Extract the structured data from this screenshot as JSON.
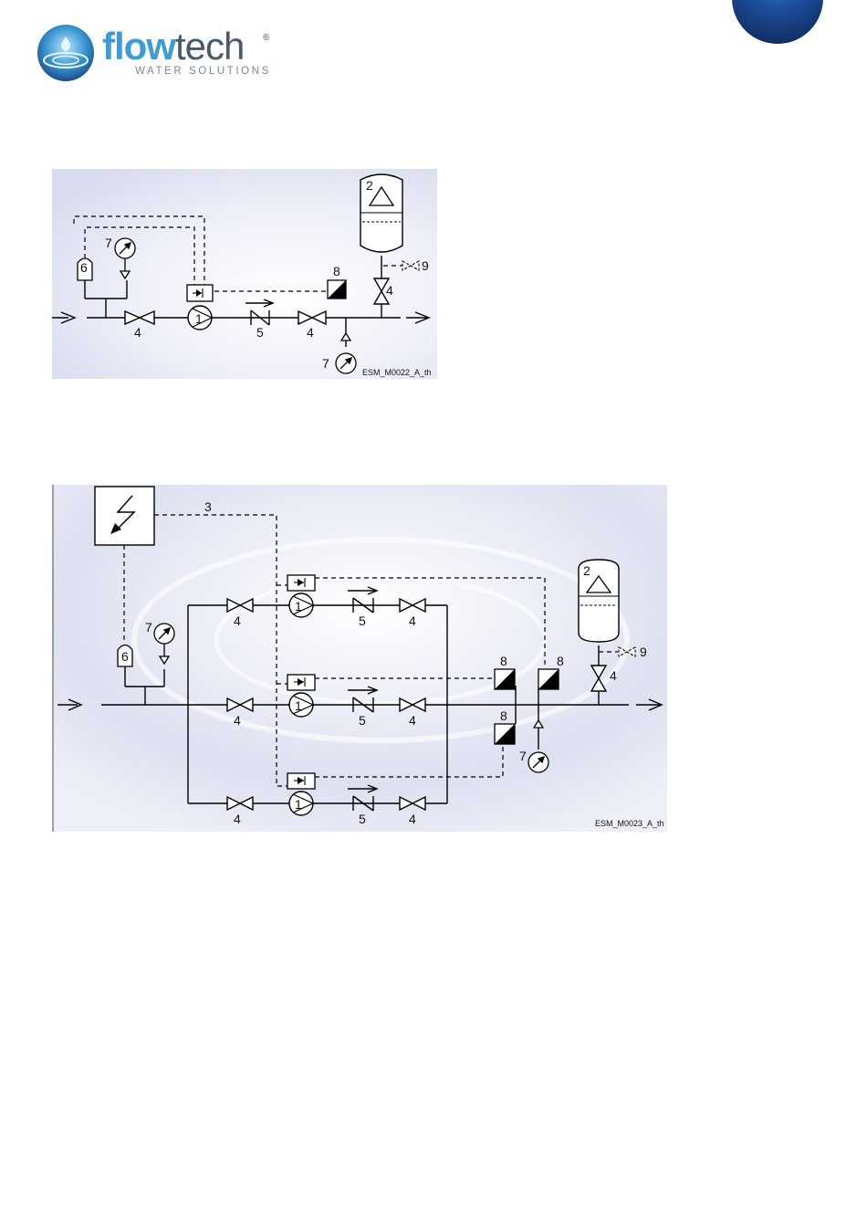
{
  "header": {
    "brand_part1": "flow",
    "brand_part2": "tech",
    "registered": "®",
    "tagline": "WATER SOLUTIONS",
    "accent_color": "#3d9bd6",
    "corner_color": "#1c4d9a"
  },
  "diagram1": {
    "labels": {
      "pump": "1",
      "tank": "2",
      "valve_left": "4",
      "valve_mid": "4",
      "valve_tank": "4",
      "check_valve": "5",
      "pressure_switch": "6",
      "gauge_top": "7",
      "gauge_bottom": "7",
      "sensor": "8",
      "drain": "9"
    },
    "code": "ESM_M0022_A_th"
  },
  "diagram2": {
    "labels": {
      "pump_1": "1",
      "pump_2": "1",
      "pump_3": "1",
      "tank": "2",
      "control_line": "3",
      "valve_in_1": "4",
      "valve_in_2": "4",
      "valve_in_3": "4",
      "valve_out_1": "4",
      "valve_out_2": "4",
      "valve_out_3": "4",
      "valve_tank": "4",
      "check_1": "5",
      "check_2": "5",
      "check_3": "5",
      "pressure_switch": "6",
      "gauge_left": "7",
      "gauge_right": "7",
      "sensor_a": "8",
      "sensor_b": "8",
      "sensor_c": "8",
      "drain": "9"
    },
    "code": "ESM_M0023_A_th"
  }
}
